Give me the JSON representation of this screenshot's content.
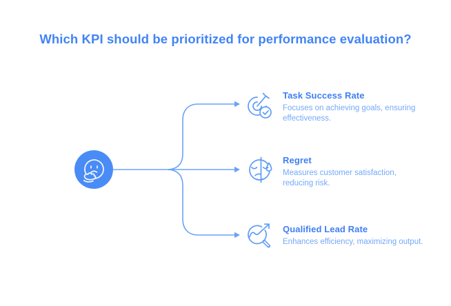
{
  "title": {
    "text": "Which KPI should be prioritized for performance evaluation?"
  },
  "center": {
    "icon": "thinking-face-icon"
  },
  "items": [
    {
      "title": "Task Success Rate",
      "description": "Focuses on achieving goals, ensuring\neffectiveness.",
      "icon": "target-dart-check-icon"
    },
    {
      "title": "Regret",
      "description": "Measures customer satisfaction,\nreducing risk.",
      "icon": "regret-face-tear-icon"
    },
    {
      "title": "Qualified Lead Rate",
      "description": "Enhances efficiency, maximizing output.",
      "icon": "magnifier-trend-arrow-icon"
    }
  ],
  "colors": {
    "accent": "#4184f4",
    "item-title": "#3f7ef3",
    "desc": "#74a9f8",
    "line": "#68a3f8",
    "icon-stroke": "#5e9cf7",
    "node-fill": "#4a8cf6",
    "background": "#ffffff"
  }
}
